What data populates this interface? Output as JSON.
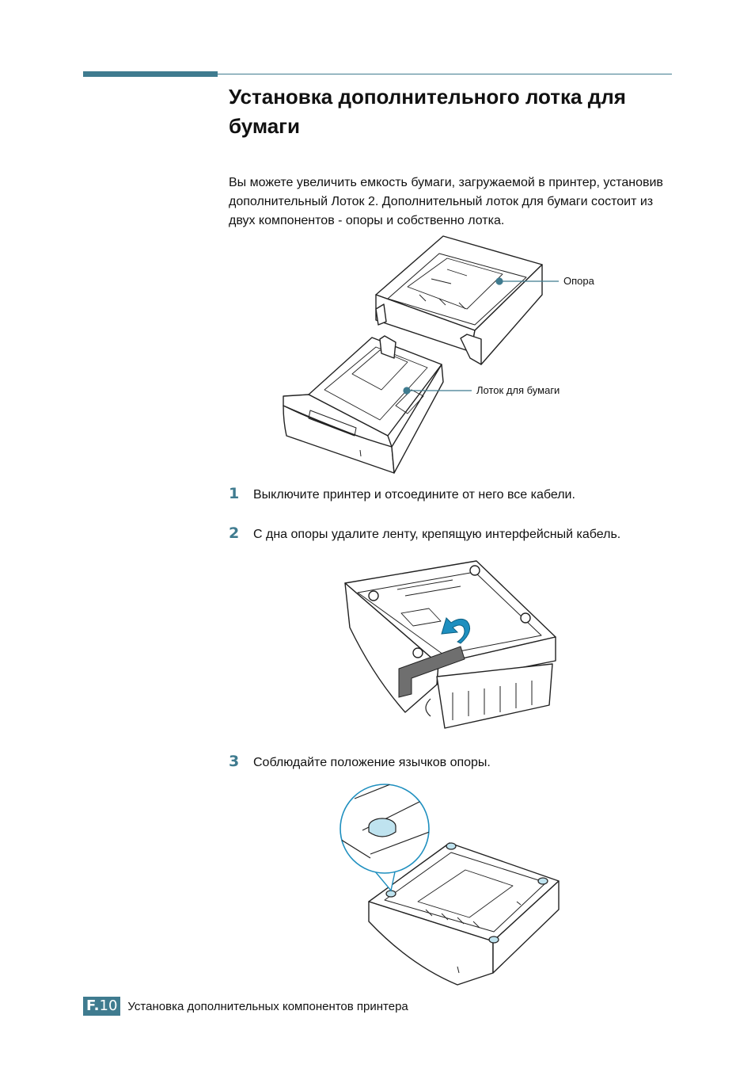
{
  "heading": {
    "title": "Установка дополнительного лотка для бумаги"
  },
  "intro": "Вы можете увеличить емкость бумаги, загружаемой в принтер, установив дополнительный Лоток 2. Дополнительный лоток для бумаги состоит из двух компонентов - опоры и собственно лотка.",
  "figure1": {
    "callouts": [
      "Опора",
      "Лоток для бумаги"
    ]
  },
  "steps": [
    {
      "number": "1",
      "text": "Выключите принтер и отсоедините от него все кабели."
    },
    {
      "number": "2",
      "text": "С дна опоры удалите ленту, крепящую интерфейсный кабель."
    },
    {
      "number": "3",
      "text": "Соблюдайте положение язычков опоры."
    }
  ],
  "footer": {
    "section": "F.",
    "page": "10",
    "text": "Установка дополнительных компонентов принтера"
  },
  "colors": {
    "accent": "#3f7b8f",
    "arrow": "#1e8fbf",
    "highlight": "#bfe3ef"
  }
}
